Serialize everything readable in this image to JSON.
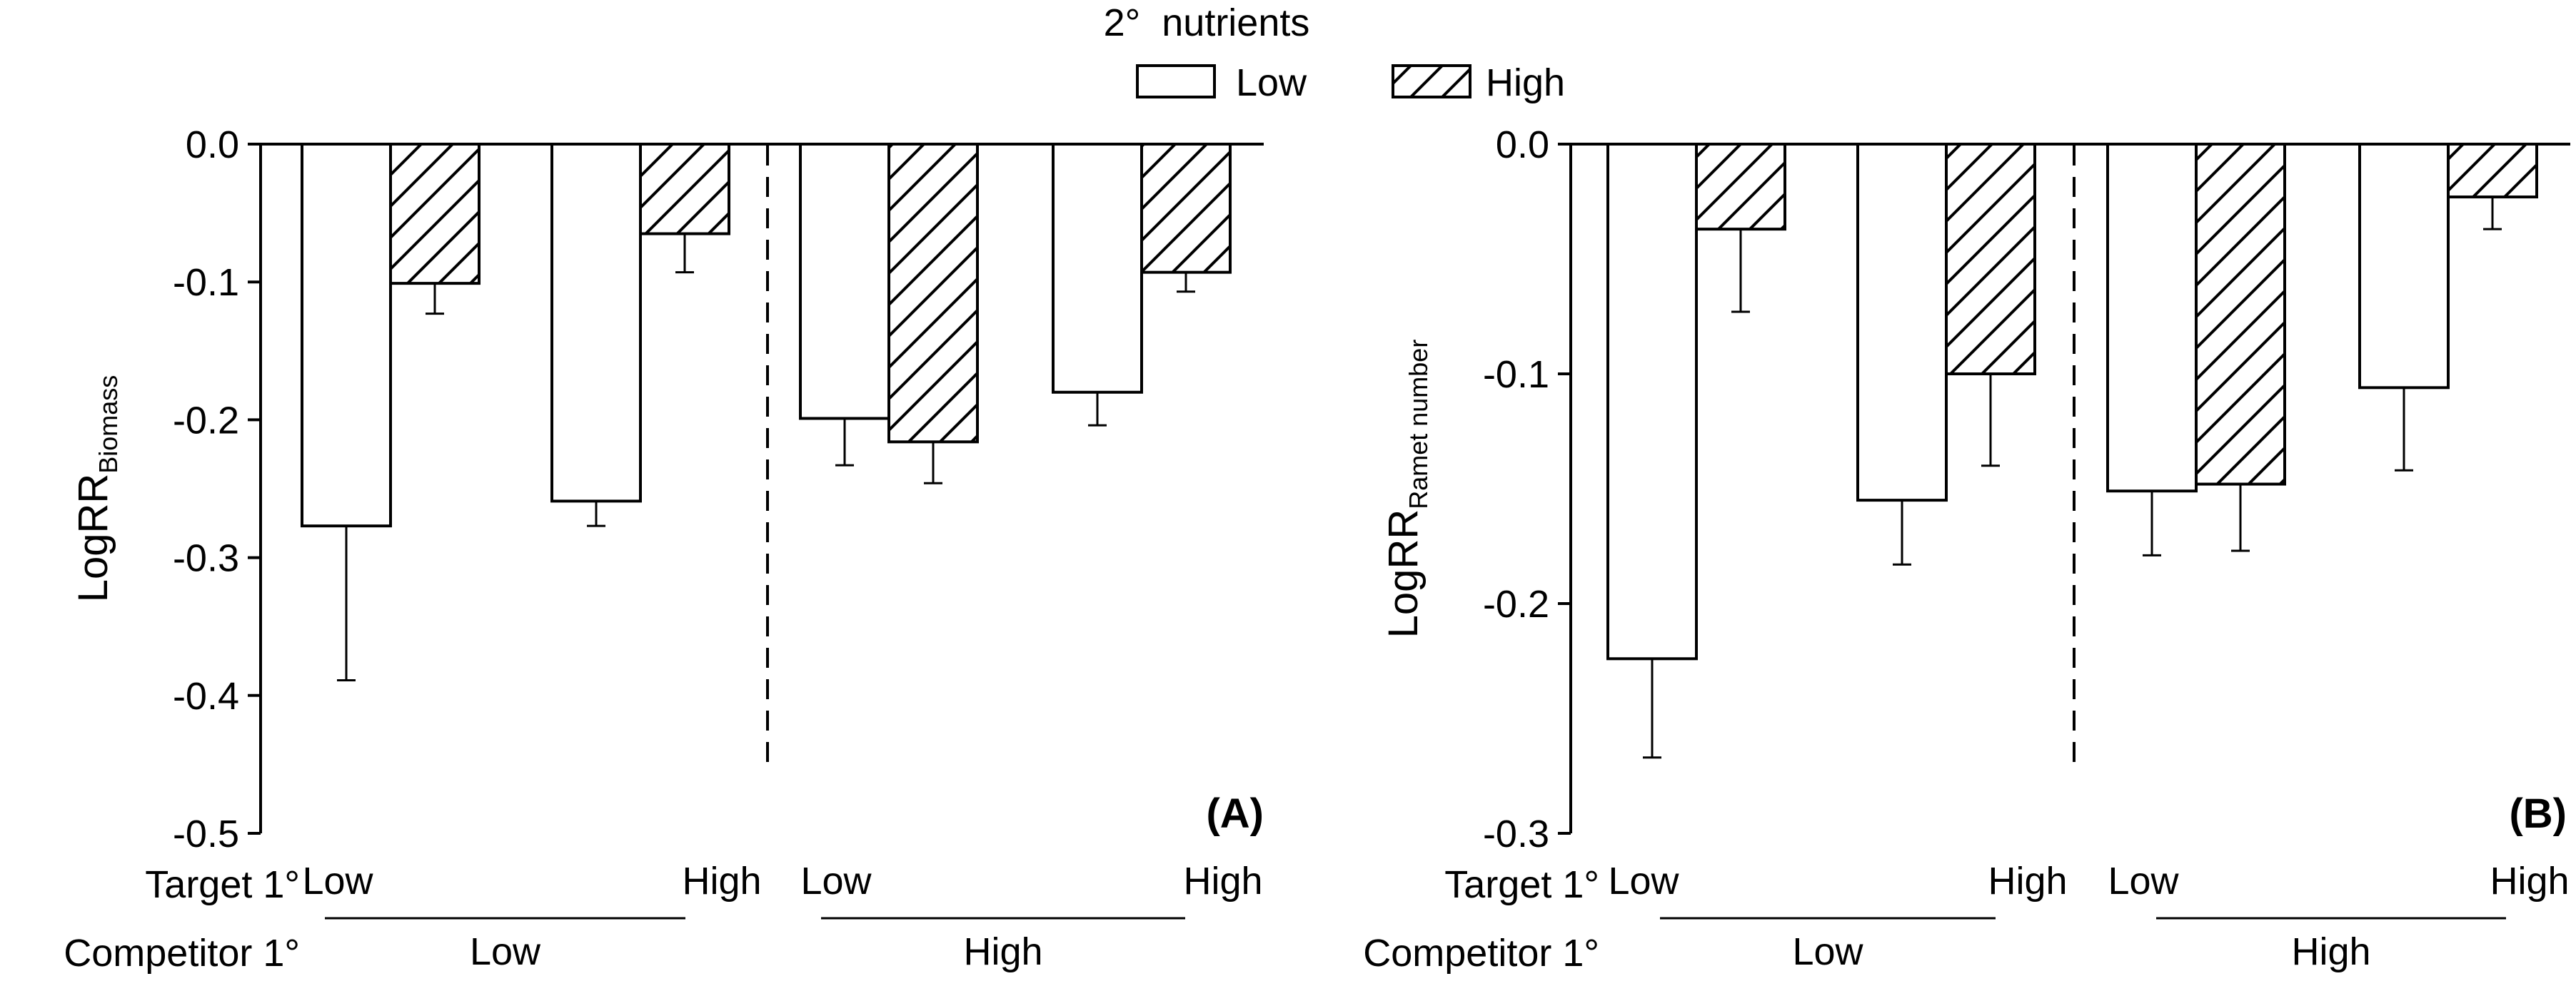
{
  "legend": {
    "title": "2°  nutrients",
    "low_label": "Low",
    "high_label": "High"
  },
  "row_labels": {
    "target": "Target 1°",
    "competitor": "Competitor 1°"
  },
  "chart_data": [
    {
      "type": "bar",
      "panel_label": "(A)",
      "ylabel_main": "LogRR",
      "ylabel_sub": "Biomass",
      "ylim": [
        -0.5,
        0.0
      ],
      "yticks": [
        "0.0",
        "-0.1",
        "-0.2",
        "-0.3",
        "-0.4",
        "-0.5"
      ],
      "ytick_values": [
        0.0,
        -0.1,
        -0.2,
        -0.3,
        -0.4,
        -0.5
      ],
      "groups": [
        {
          "target": "Low",
          "competitor": "Low"
        },
        {
          "target": "High",
          "competitor": "Low"
        },
        {
          "target": "Low",
          "competitor": "High"
        },
        {
          "target": "High",
          "competitor": "High"
        }
      ],
      "competitor_groups": [
        "Low",
        "High"
      ],
      "series": [
        {
          "name": "Low",
          "pattern": "open",
          "values": [
            -0.277,
            -0.259,
            -0.199,
            -0.18
          ],
          "errors": [
            0.112,
            0.018,
            0.034,
            0.024
          ]
        },
        {
          "name": "High",
          "pattern": "hatched",
          "values": [
            -0.101,
            -0.065,
            -0.216,
            -0.093
          ],
          "errors": [
            0.022,
            0.028,
            0.03,
            0.014
          ]
        }
      ]
    },
    {
      "type": "bar",
      "panel_label": "(B)",
      "ylabel_main": "LogRR",
      "ylabel_sub": "Ramet number",
      "ylim": [
        -0.3,
        0.0
      ],
      "yticks": [
        "0.0",
        "-0.1",
        "-0.2",
        "-0.3"
      ],
      "ytick_values": [
        0.0,
        -0.1,
        -0.2,
        -0.3
      ],
      "groups": [
        {
          "target": "Low",
          "competitor": "Low"
        },
        {
          "target": "High",
          "competitor": "Low"
        },
        {
          "target": "Low",
          "competitor": "High"
        },
        {
          "target": "High",
          "competitor": "High"
        }
      ],
      "competitor_groups": [
        "Low",
        "High"
      ],
      "series": [
        {
          "name": "Low",
          "pattern": "open",
          "values": [
            -0.224,
            -0.155,
            -0.151,
            -0.106
          ],
          "errors": [
            0.043,
            0.028,
            0.028,
            0.036
          ]
        },
        {
          "name": "High",
          "pattern": "hatched",
          "values": [
            -0.037,
            -0.1,
            -0.148,
            -0.023
          ],
          "errors": [
            0.036,
            0.04,
            0.029,
            0.014
          ]
        }
      ]
    }
  ]
}
